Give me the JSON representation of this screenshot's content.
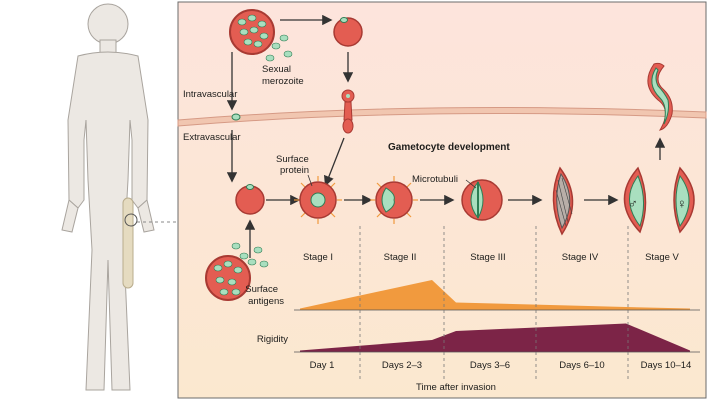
{
  "labels": {
    "intravascular": "Intravascular",
    "extravascular": "Extravascular",
    "sexual": "Sexual",
    "merozoite": "merozoite",
    "title": "Gametocyte development",
    "surface": "Surface",
    "protein": "protein",
    "microtubuli": "Microtubuli",
    "surface_antigens_1": "Surface",
    "surface_antigens_2": "antigens",
    "rigidity": "Rigidity",
    "x_title": "Time after invasion"
  },
  "stages": [
    "Stage I",
    "Stage II",
    "Stage III",
    "Stage IV",
    "Stage V"
  ],
  "symbols": {
    "male": "♂",
    "female": "♀"
  },
  "days": [
    "Day 1",
    "Days 2–3",
    "Days 3–6",
    "Days 6–10",
    "Days 10–14"
  ],
  "colors": {
    "panel_top": "#fde4dc",
    "panel_bottom": "#fbe8cf",
    "vessel": "#f1c6b0",
    "rbc": "#e35d52",
    "rbc_edge": "#a83a33",
    "parasite": "#a9dfbf",
    "parasite_edge": "#2e7d54",
    "antigens": "#f19a3e",
    "rigidity": "#7c2447",
    "human": "#ece8e3"
  },
  "chart_data": [
    {
      "type": "area",
      "name": "Surface antigens",
      "categories": [
        "Day 1",
        "Days 2–3",
        "Days 3–6",
        "Days 6–10",
        "Days 10–14"
      ],
      "values": [
        0.05,
        1.0,
        0.25,
        0.1,
        0.05
      ]
    },
    {
      "type": "area",
      "name": "Rigidity",
      "categories": [
        "Day 1",
        "Days 2–3",
        "Days 3–6",
        "Days 6–10",
        "Days 10–14"
      ],
      "values": [
        0.05,
        0.4,
        0.7,
        0.95,
        0.05
      ]
    }
  ]
}
